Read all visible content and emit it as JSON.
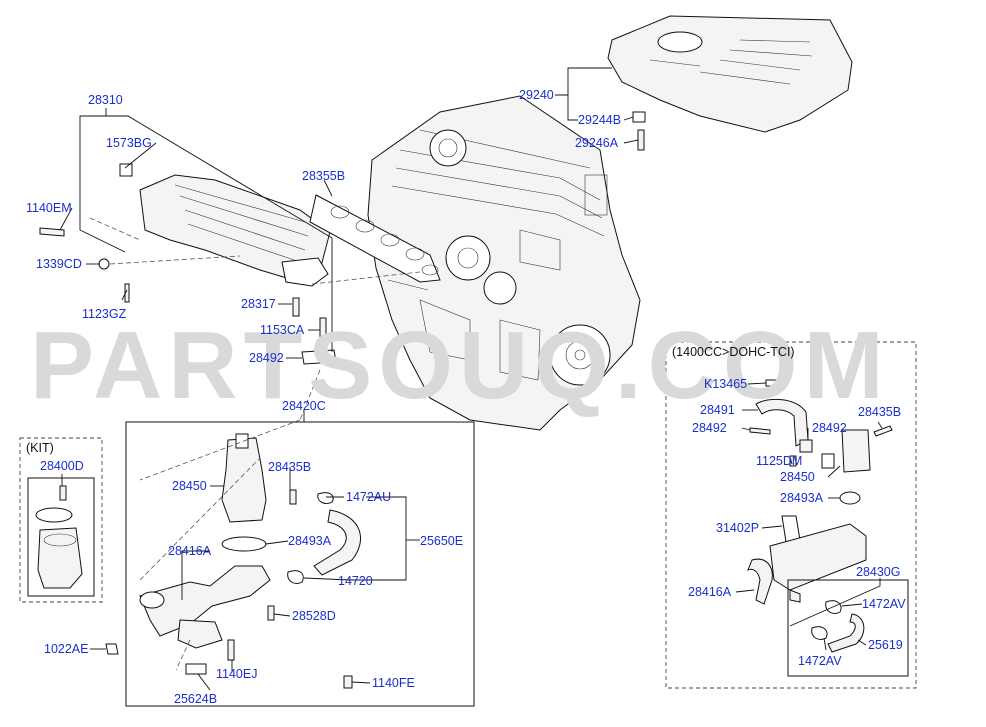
{
  "watermark": "PARTSOUQ.COM",
  "notes": {
    "kit": "(KIT)",
    "variant": "(1400CC>DOHC-TCI)"
  },
  "callouts": {
    "c28310": "28310",
    "c1573BG": "1573BG",
    "c1140EM": "1140EM",
    "c1339CD": "1339CD",
    "c1123GZ": "1123GZ",
    "c28317": "28317",
    "c1153CA": "1153CA",
    "c28492": "28492",
    "c28355B": "28355B",
    "c29240": "29240",
    "c29244B": "29244B",
    "c29246A": "29246A",
    "c28420C": "28420C",
    "c28400D": "28400D",
    "c28450": "28450",
    "c28435B": "28435B",
    "c1472AU": "1472AU",
    "c28493A": "28493A",
    "c25650E": "25650E",
    "c28416A": "28416A",
    "c14720": "14720",
    "c28528D": "28528D",
    "c1022AE": "1022AE",
    "c1140EJ": "1140EJ",
    "c1140FE": "1140FE",
    "c25624B": "25624B",
    "r_K13465": "K13465",
    "r_28491": "28491",
    "r_28435B": "28435B",
    "r_28492a": "28492",
    "r_28492b": "28492",
    "r_1125DM": "1125DM",
    "r_28450": "28450",
    "r_28493A": "28493A",
    "r_31402P": "31402P",
    "r_28430G": "28430G",
    "r_28416A": "28416A",
    "r_1472AVa": "1472AV",
    "r_25619": "25619",
    "r_1472AVb": "1472AV"
  }
}
